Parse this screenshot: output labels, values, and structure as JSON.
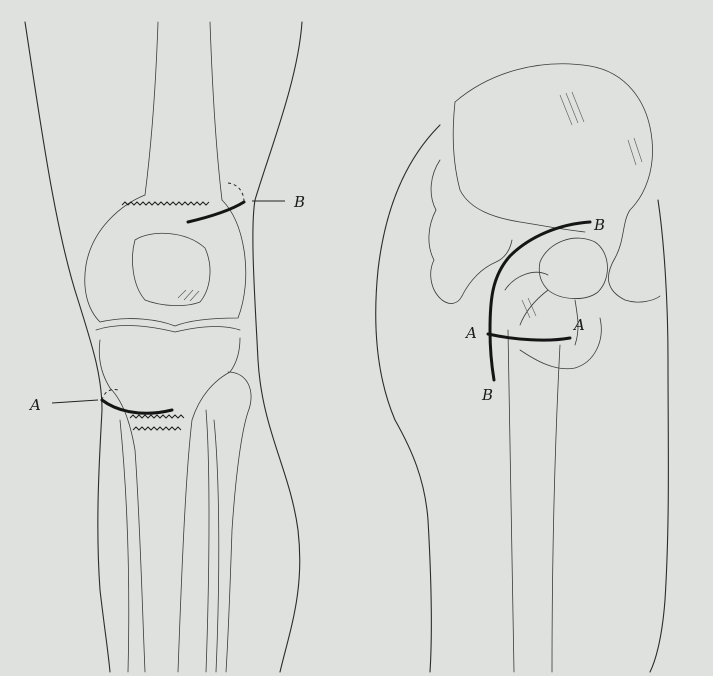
{
  "figure_knee": {
    "label_a": "A",
    "label_b": "B"
  },
  "figure_hip": {
    "label_a_left": "A",
    "label_a_right": "A",
    "label_b_top": "B",
    "label_b_bottom": "B"
  }
}
